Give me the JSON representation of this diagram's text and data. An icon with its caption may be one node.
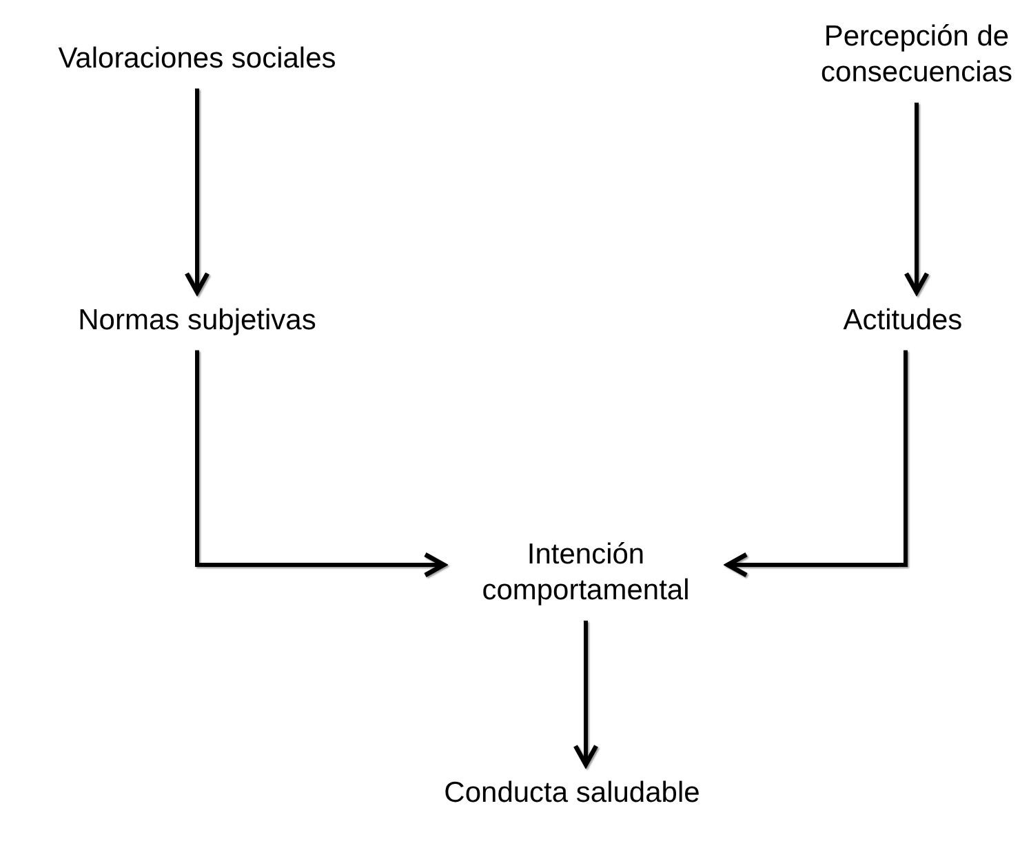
{
  "diagram": {
    "nodes": [
      {
        "text": [
          "Valoraciones sociales"
        ]
      },
      {
        "text": [
          "Percepción de consecuencias"
        ]
      },
      {
        "text": [
          "Normas subjetivas"
        ]
      },
      {
        "text": [
          "Actitudes"
        ]
      },
      {
        "text": [
          "Intención comportamental"
        ]
      },
      {
        "text": [
          "Conducta saludable"
        ]
      }
    ],
    "edges": [
      {
        "from": 0,
        "to": 2,
        "arrow": "to"
      },
      {
        "from": 1,
        "to": 3,
        "arrow": "to"
      },
      {
        "from": 2,
        "to": 4,
        "arrow": "to"
      },
      {
        "from": 3,
        "to": 4,
        "arrow": "to"
      },
      {
        "from": 4,
        "to": 5,
        "arrow": "to"
      }
    ]
  }
}
